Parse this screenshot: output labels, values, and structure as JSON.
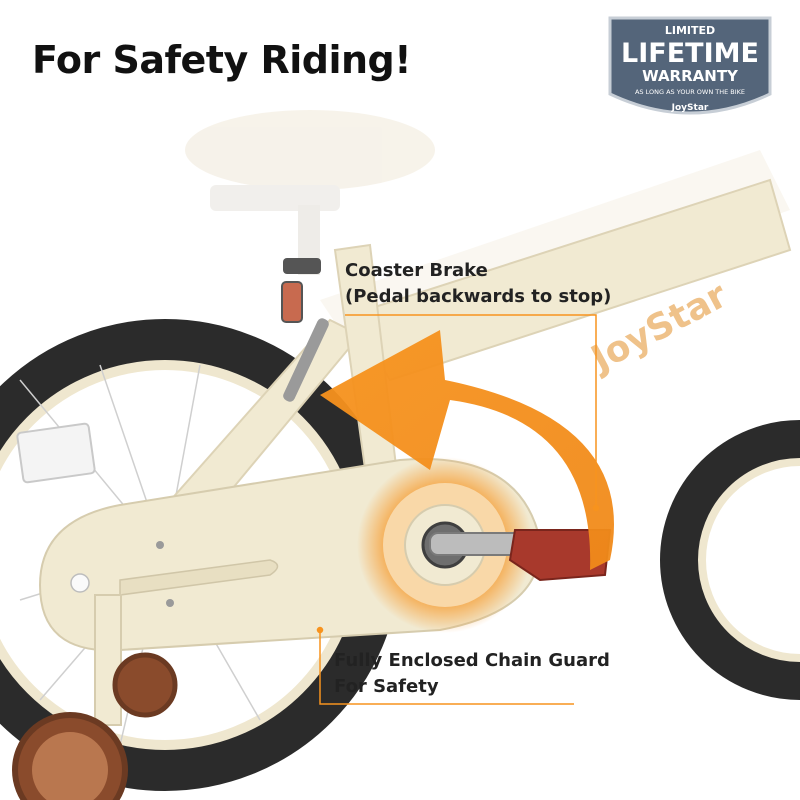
{
  "headline": "For Safety Riding!",
  "badge": {
    "line1": "LIMITED",
    "line2": "LIFETIME",
    "line3": "WARRANTY",
    "line4": "AS LONG AS YOUR OWN THE BIKE",
    "brand": "JoyStar",
    "color": "#54657a"
  },
  "frame_brand": "JoyStar",
  "callouts": {
    "brake": {
      "line1": "Coaster Brake",
      "line2": "(Pedal backwards to stop)"
    },
    "guard": {
      "line1": "Fully Enclosed Chain Guard",
      "line2": "For Safety"
    }
  },
  "colors": {
    "accent": "#f7931e",
    "frame": "#f1ead2",
    "tire": "#2b2b2b",
    "pedal": "#a8392c"
  }
}
